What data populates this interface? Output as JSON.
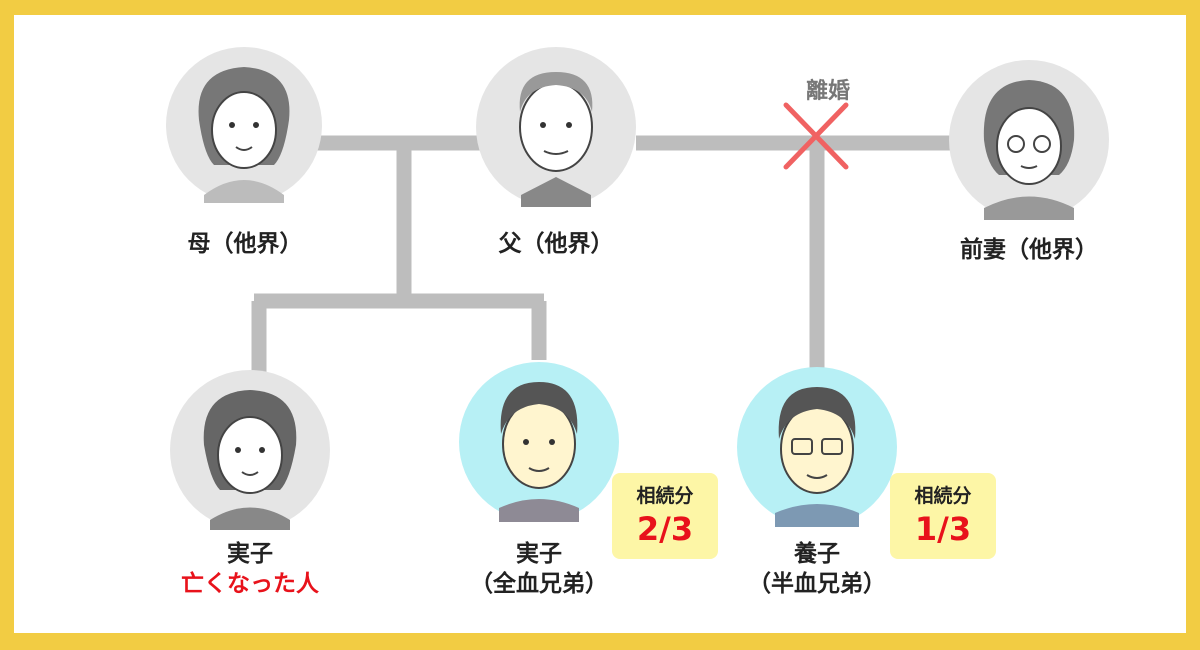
{
  "people": [
    {
      "id": "mother",
      "line1": "母（他界）",
      "line2": "",
      "style": "gray",
      "icon": "woman-avatar-icon"
    },
    {
      "id": "father",
      "line1": "父（他界）",
      "line2": "",
      "style": "gray",
      "icon": "old-man-avatar-icon"
    },
    {
      "id": "ex-wife",
      "line1": "前妻（他界）",
      "line2": "",
      "style": "gray",
      "icon": "elderly-woman-glasses-avatar-icon"
    },
    {
      "id": "deceased-child",
      "line1": "実子",
      "line2": "亡くなった人",
      "style": "gray",
      "icon": "woman-avatar-icon"
    },
    {
      "id": "full-sibling",
      "line1": "実子",
      "line2": "（全血兄弟）",
      "style": "blue",
      "icon": "man-avatar-icon"
    },
    {
      "id": "adopted-child",
      "line1": "養子",
      "line2": "（半血兄弟）",
      "style": "blue",
      "icon": "man-glasses-avatar-icon"
    }
  ],
  "divorce_label": "離婚",
  "shares": [
    {
      "id": "full-sibling",
      "title": "相続分",
      "value": "2/3"
    },
    {
      "id": "adopted-child",
      "title": "相続分",
      "value": "1/3"
    }
  ],
  "colors": {
    "frame": "#f2cc43",
    "line": "#bdbdbd",
    "avatar_gray": "#e5e5e5",
    "avatar_blue": "#b7f0f5",
    "cross": "#f06262",
    "share_bg": "#fdf6a6",
    "accent_red": "#e8121b"
  }
}
